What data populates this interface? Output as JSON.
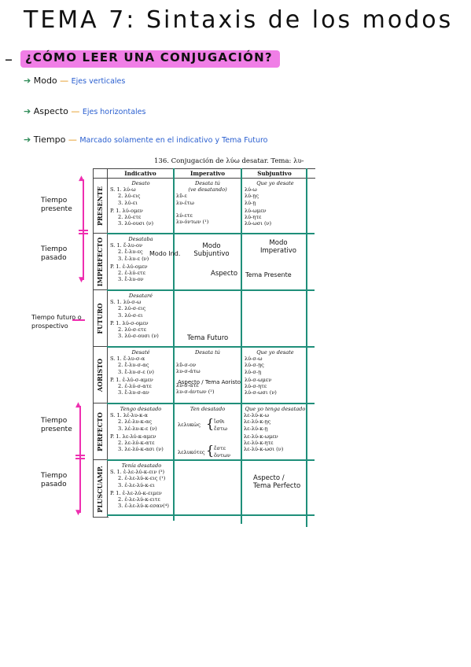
{
  "title": "TEMA 7: Sintaxis de los modos",
  "subtitle": "¿CÓMO LEER UNA CONJUGACIÓN?",
  "bullets": [
    {
      "term": "Modo",
      "value": "Ejes verticales"
    },
    {
      "term": "Aspecto",
      "value": "Ejes horizontales"
    },
    {
      "term": "Tiempo",
      "value": "Marcado solamente en el indicativo y Tema Futuro"
    }
  ],
  "side_notes": {
    "presente": "Tiempo presente",
    "pasado1": "Tiempo pasado",
    "futuro": "Tiempo futuro o prospectivo",
    "presente2": "Tiempo presente",
    "pasado2": "Tiempo pasado"
  },
  "table": {
    "caption": "136. Conjugación de λύω desatar. Tema: λυ-",
    "headers": [
      "Indicativo",
      "Imperativo",
      "Subjuntivo"
    ],
    "rows": {
      "presente": {
        "label": "PRESENTE",
        "ind": {
          "hd": "Desato",
          "lines": [
            "S. 1. λύ-ω",
            "2. λύ-εις",
            "3. λύ-ει",
            "P. 1. λύ-ομεν",
            "2. λύ-ετε",
            "3. λύ-ουσι (ν)"
          ]
        },
        "imp": {
          "hd": "Desata tú",
          "hd2": "(ve desatando)",
          "lines": [
            "λῦ-ε",
            "λυ-έτω",
            "λύ-ετε",
            "λυ-όντων (¹)"
          ]
        },
        "sub": {
          "hd": "Que yo desate",
          "lines": [
            "λύ-ω",
            "λύ-ῃς",
            "λύ-ῃ",
            "λύ-ωμεν",
            "λύ-ητε",
            "λύ-ωσι (ν)"
          ]
        }
      },
      "imperfecto": {
        "label": "IMPERFECTO",
        "ind": {
          "hd": "Desataba",
          "lines": [
            "S. 1. ἔ-λυ-ον",
            "2. ἔ-λυ-ες",
            "3. ἔ-λυ-ε (ν)",
            "P. 1. ἐ-λύ-ομεν",
            "2. ἐ-λύ-ετε",
            "3. ἔ-λυ-ον"
          ]
        }
      },
      "futuro": {
        "label": "FUTURO",
        "ind": {
          "hd": "Desataré",
          "lines": [
            "S. 1. λύ-σ-ω",
            "2. λύ-σ-εις",
            "3. λύ-σ-ει",
            "P. 1. λύ-σ-ομεν",
            "2. λύ-σ-ετε",
            "3. λύ-σ-ουσι (ν)"
          ]
        }
      },
      "aoristo": {
        "label": "AORISTO",
        "ind": {
          "hd": "Desaté",
          "lines": [
            "S. 1. ἔ-λυ-σ-α",
            "2. ἔ-λυ-σ-ας",
            "3. ἔ-λυ-σ-ε (ν)",
            "P. 1. ἐ-λύ-σ-αμεν",
            "2. ἐ-λύ-σ-ατε",
            "3. ἔ-λυ-σ-αν"
          ]
        },
        "imp": {
          "hd": "Desata tú",
          "lines": [
            "λῦ-σ-ον",
            "λυ-σ-άτω",
            "λύ-σ-ατε",
            "λυ-σ-άντων (²)"
          ]
        },
        "sub": {
          "hd": "Que yo desate",
          "lines": [
            "λύ-σ-ω",
            "λύ-σ-ῃς",
            "λύ-σ-ῃ",
            "λύ-σ-ωμεν",
            "λύ-σ-ητε",
            "λύ-σ-ωσι (ν)"
          ]
        }
      },
      "perfecto": {
        "label": "PERFECTO",
        "ind": {
          "hd": "Tengo desatado",
          "lines": [
            "S. 1. λέ-λυ-κ-α",
            "2. λέ-λυ-κ-ας",
            "3. λέ-λυ-κ-ε (ν)",
            "P. 1. λε-λύ-κ-αμεν",
            "2. λε-λύ-κ-ατε",
            "3. λε-λύ-κ-ασι (ν)"
          ]
        },
        "imp": {
          "hd": "Ten desatado",
          "l1a": "λελυκὼς",
          "l1b": "ἴσθι",
          "l1c": "ἔστω",
          "l2a": "λελυκότες",
          "l2b": "ἔστε",
          "l2c": "ὄντων"
        },
        "sub": {
          "hd": "Que yo tenga desatado",
          "lines": [
            "λε-λύ-κ-ω",
            "λε-λύ-κ-ῃς",
            "λε-λύ-κ-ῃ",
            "λε-λύ-κ-ωμεν",
            "λε-λύ-κ-ητε",
            "λε-λύ-κ-ωσι (ν)"
          ]
        }
      },
      "pluscuamp": {
        "label": "PLUSCUAMP.",
        "ind": {
          "hd": "Tenía desatado",
          "lines": [
            "S. 1. ἐ-λε-λύ-κ-ειν (³)",
            "2. ἐ-λε-λύ-κ-εις (¹)",
            "3. ἐ-λε-λύ-κ-ει",
            "P. 1. ἐ-λε-λύ-κ-ειμεν",
            "2. ἐ-λε-λύ-κ-ειτε",
            "3. ἐ-λε-λύ-κ-εσαν(⁴)"
          ]
        }
      }
    }
  },
  "annotations": {
    "modo_sub": "Modo Subjuntivo",
    "modo_imp": "Modo Imperativo",
    "modo_ind": "Modo Ind.",
    "aspecto": "Aspecto",
    "tema_presente": "Tema Presente",
    "tema_futuro": "Tema Futuro",
    "aspecto_aoristo": "Aspecto / Tema Aoristo",
    "aspecto_perfecto": "Aspecto / Tema Perfecto"
  },
  "colors": {
    "highlight": "#f07ee6",
    "pink_line": "#ee2fb0",
    "teal_line": "#1f8f7a",
    "blue_text": "#2a5fd0"
  }
}
